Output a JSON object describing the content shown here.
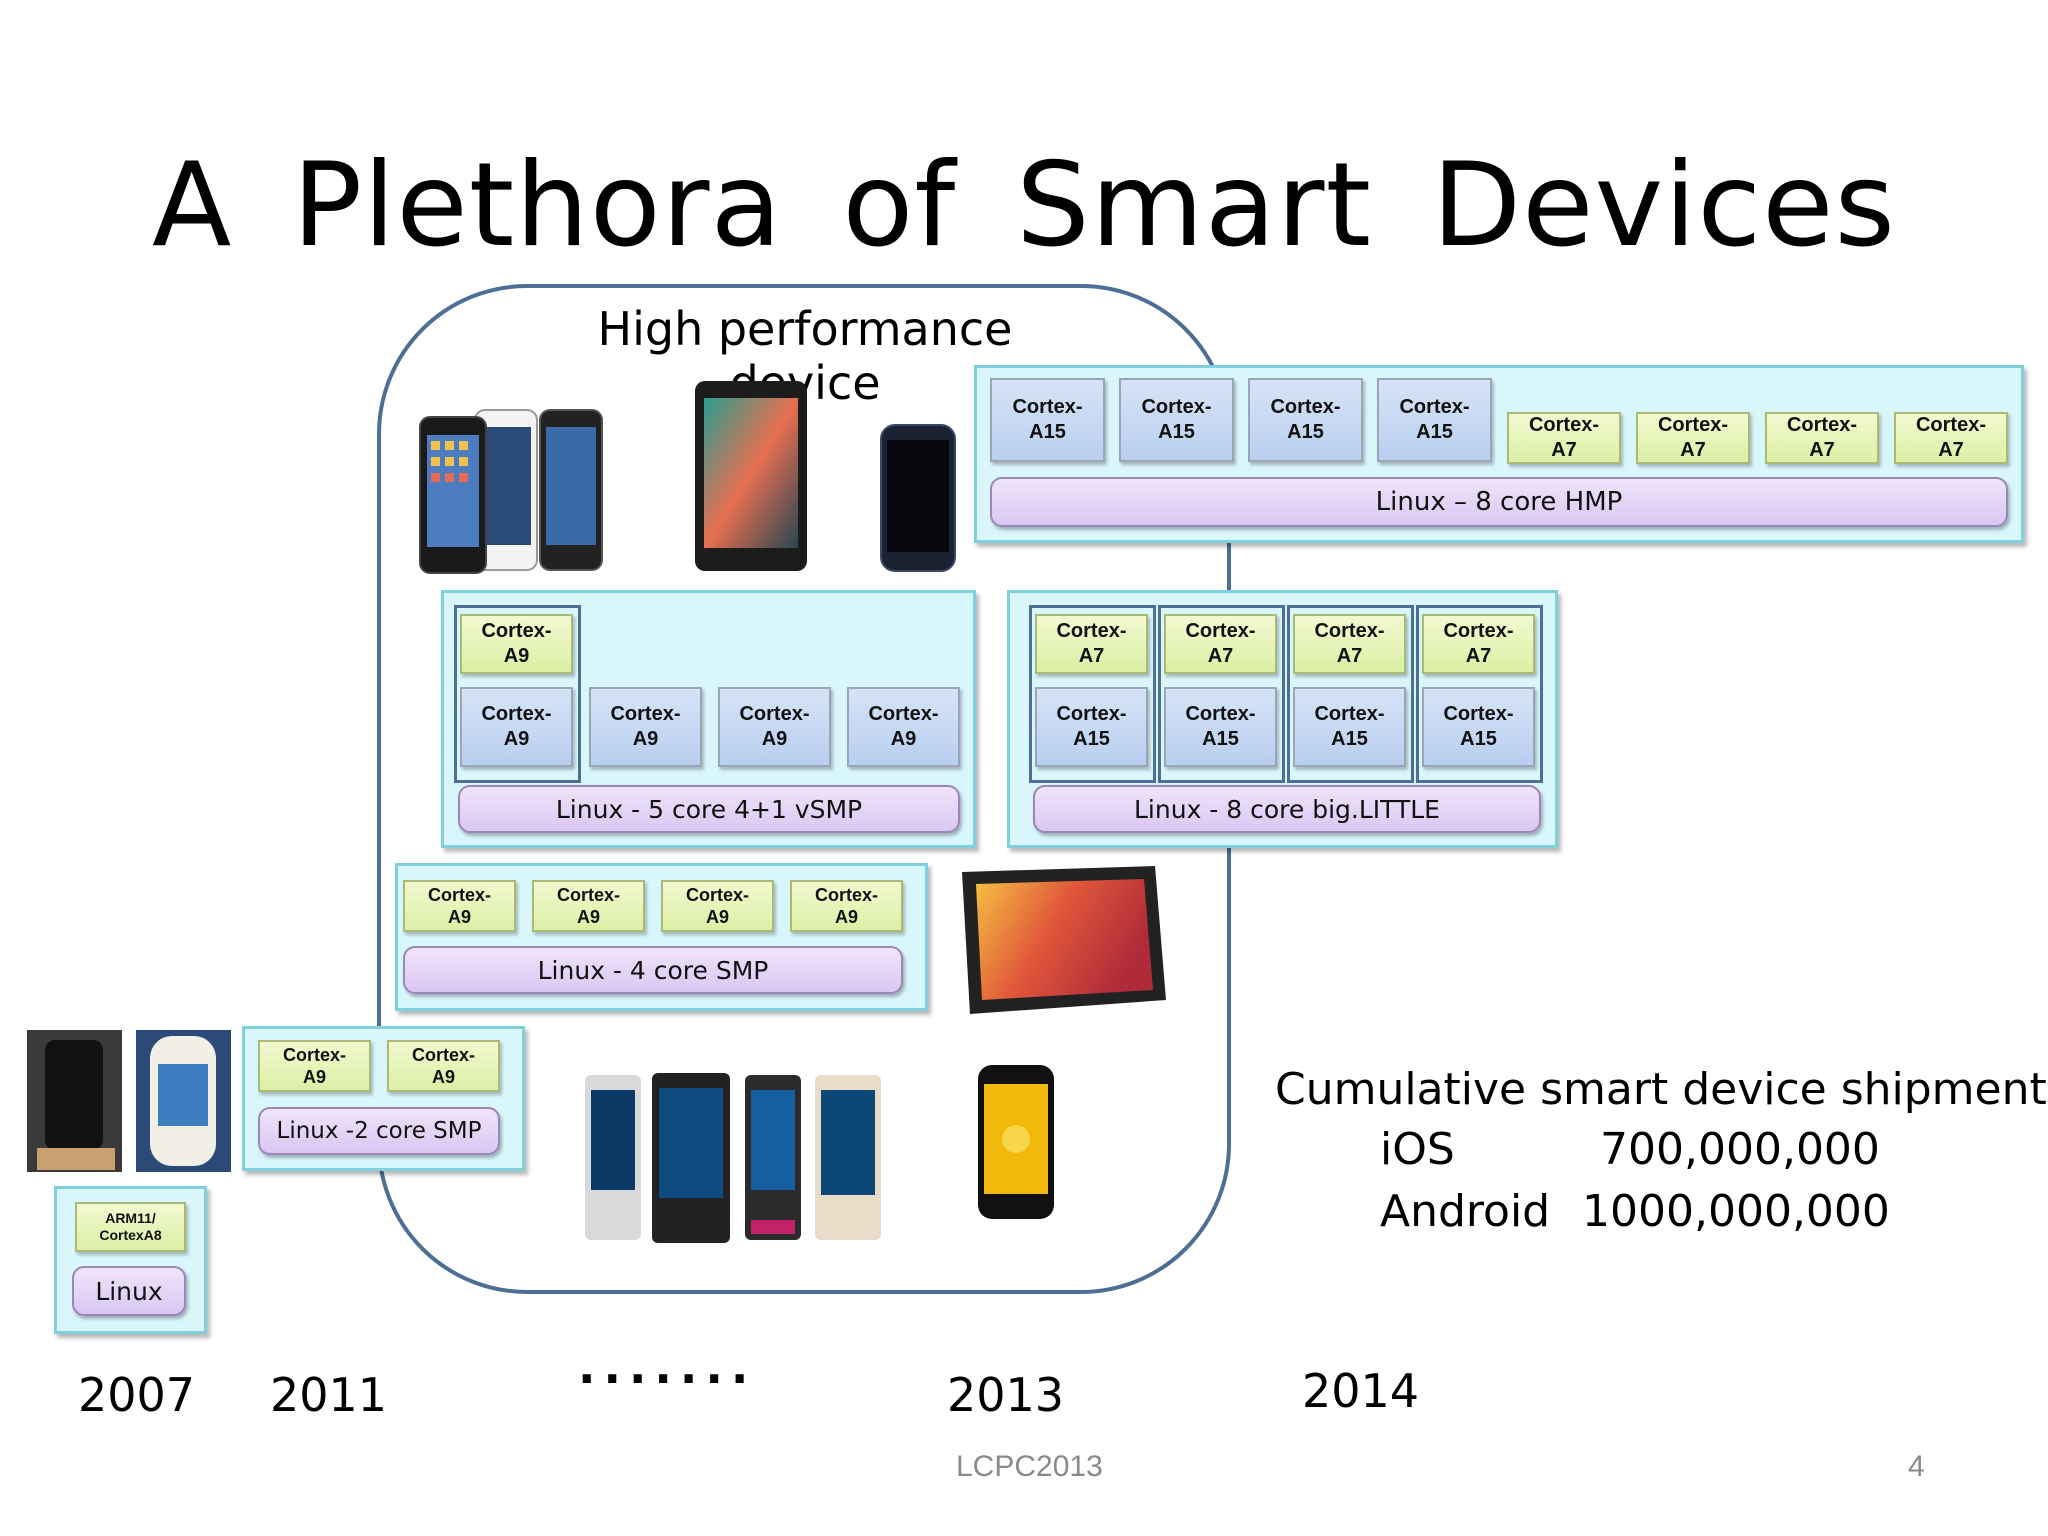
{
  "title": "A  Plethora  of  Smart   Devices",
  "hpd_label": "High performance device",
  "boxes": {
    "hmp": {
      "a15": [
        "Cortex-\nA15",
        "Cortex-\nA15",
        "Cortex-\nA15",
        "Cortex-\nA15"
      ],
      "a7": [
        "Cortex-\nA7",
        "Cortex-\nA7",
        "Cortex-\nA7",
        "Cortex-\nA7"
      ],
      "os": "Linux – 8 core HMP"
    },
    "vsmp": {
      "top": "Cortex-\nA9",
      "cores": [
        "Cortex-\nA9",
        "Cortex-\nA9",
        "Cortex-\nA9",
        "Cortex-\nA9"
      ],
      "os": "Linux - 5 core  4+1 vSMP"
    },
    "biglittle": {
      "a7": [
        "Cortex-\nA7",
        "Cortex-\nA7",
        "Cortex-\nA7",
        "Cortex-\nA7"
      ],
      "a15": [
        "Cortex-\nA15",
        "Cortex-\nA15",
        "Cortex-\nA15",
        "Cortex-\nA15"
      ],
      "os": "Linux - 8 core big.LITTLE"
    },
    "smp4": {
      "cores": [
        "Cortex-\nA9",
        "Cortex-\nA9",
        "Cortex-\nA9",
        "Cortex-\nA9"
      ],
      "os": "Linux - 4 core SMP"
    },
    "smp2": {
      "cores": [
        "Cortex-\nA9",
        "Cortex-\nA9"
      ],
      "os": "Linux -2 core SMP"
    },
    "single": {
      "core": "ARM11/\nCortexA8",
      "os": "Linux"
    }
  },
  "shipment": {
    "heading": "Cumulative smart device shipment",
    "rows": [
      {
        "os": "iOS",
        "value": "700,000,000"
      },
      {
        "os": "Android",
        "value": "1000,000,000"
      }
    ]
  },
  "timeline": [
    "2007",
    "2011",
    ".......",
    "2013",
    "2014"
  ],
  "footer": {
    "center": "LCPC2013",
    "page": "4"
  },
  "icons": [
    "iphone-group-icon",
    "tablet-icon",
    "galaxy-phone-icon",
    "nexus10-tablet-icon",
    "sony-phones-icon",
    "nexus4-phone-icon",
    "iphone-2007-icon",
    "htc-2007-icon"
  ]
}
